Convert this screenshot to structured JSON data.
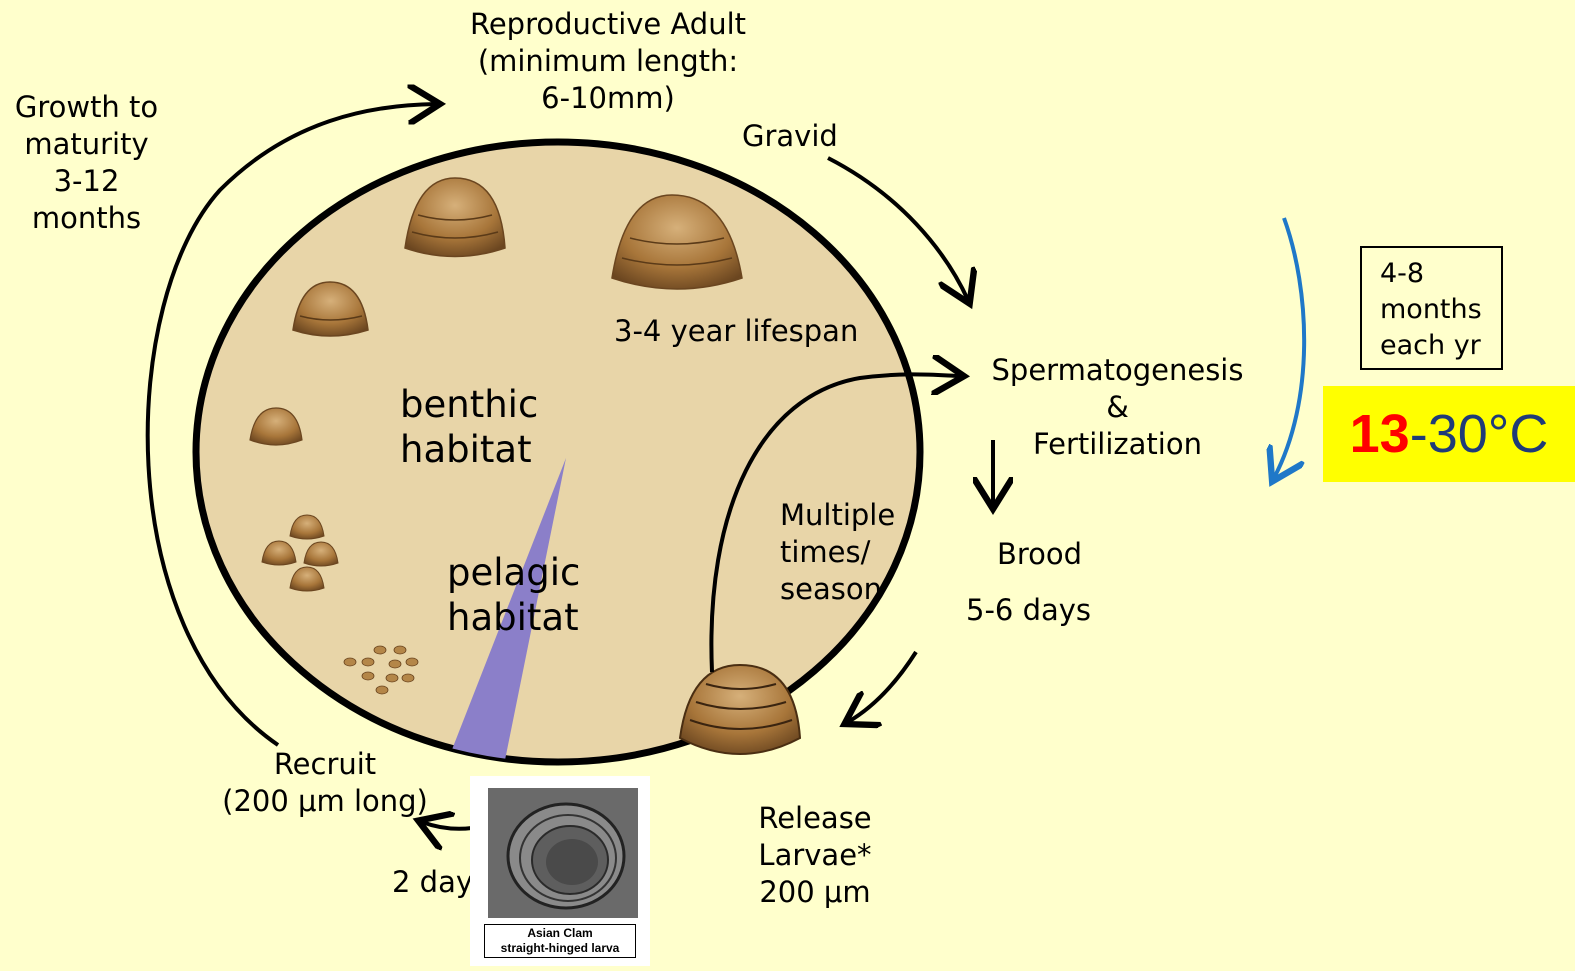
{
  "labels": {
    "reproductive_adult": "Reproductive Adult\n(minimum length:\n6-10mm)",
    "growth": "Growth to\nmaturity\n3-12\nmonths",
    "gravid": "Gravid",
    "lifespan": "3-4 year lifespan",
    "benthic": "benthic\nhabitat",
    "pelagic": "pelagic\nhabitat",
    "spermatogenesis": "Spermatogenesis\n&\nFertilization",
    "multiple": "Multiple\ntimes/\nseason",
    "brood": "Brood",
    "brood_days": "5-6 days",
    "recruit": "Recruit\n(200 μm long)",
    "two_days": "2 days",
    "release": "Release\nLarvae*\n200 μm",
    "months_box": "4-8\nmonths\neach yr",
    "temp_low": "13",
    "temp_rest": "-30°C",
    "larva_caption": "Asian Clam\nstraight-hinged larva"
  },
  "colors": {
    "background": "#ffffcc",
    "habitat_fill": "#e8d5a8",
    "pelagic_wedge": "#8b7fc9",
    "blue_arrow": "#1f78c8",
    "temp_box": "#ffff00",
    "temp_low": "#ff0000",
    "temp_rest": "#1f3b78",
    "clam_shell": "#a8763a"
  },
  "icons": [
    "clam-icon",
    "larva-image"
  ]
}
